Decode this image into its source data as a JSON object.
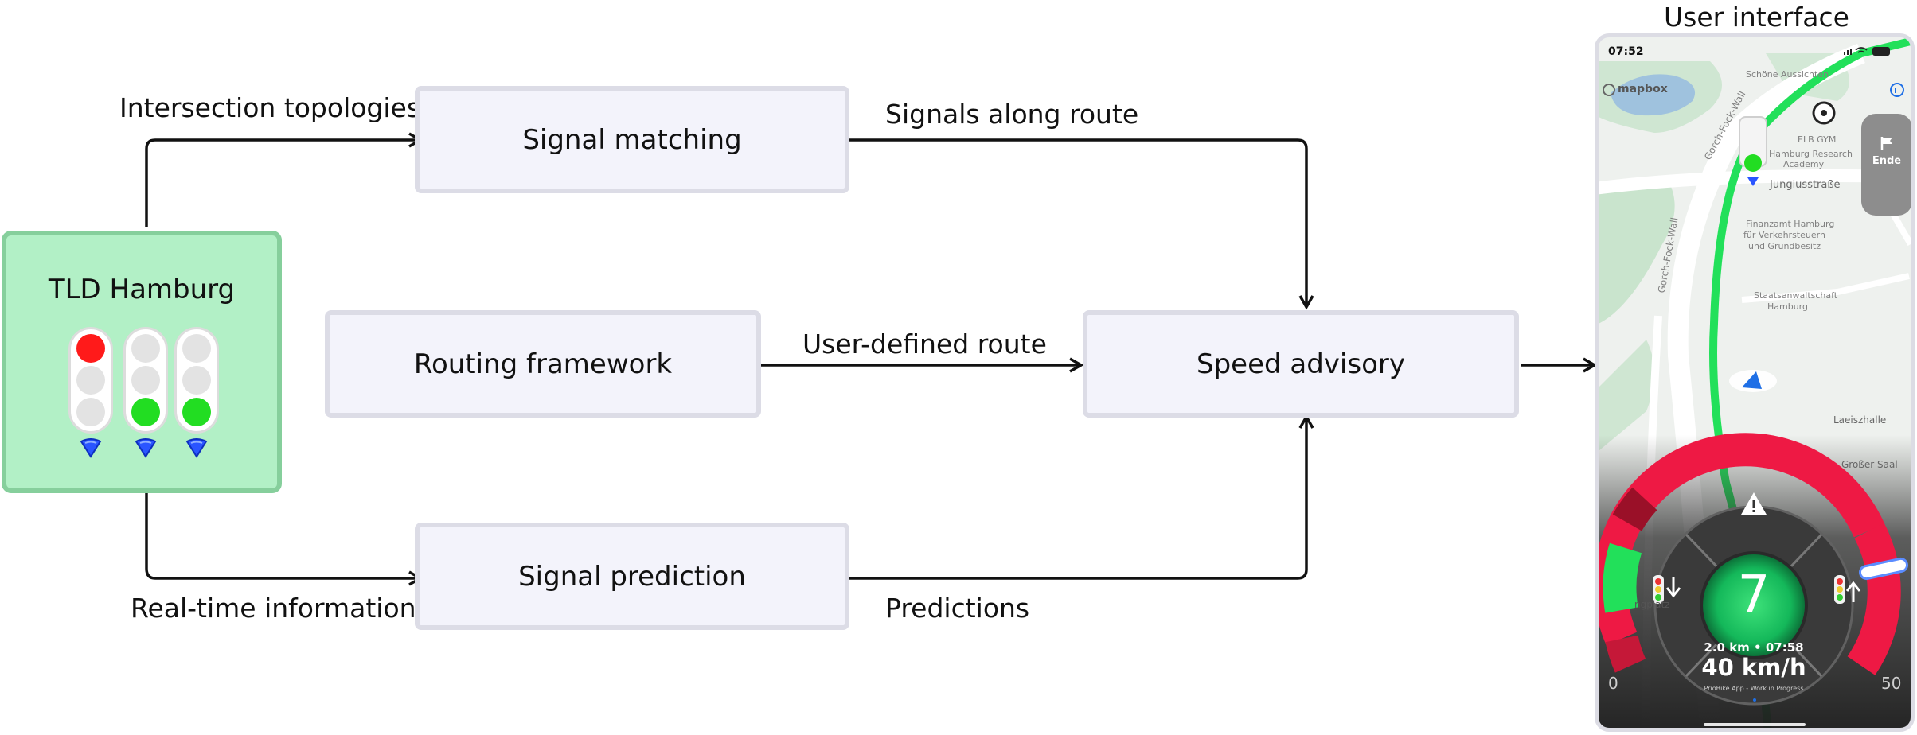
{
  "labels": {
    "intersection_topologies": "Intersection topologies",
    "signals_along_route": "Signals along route",
    "user_defined_route": "User-defined route",
    "real_time_information": "Real-time information",
    "predictions": "Predictions",
    "user_interface": "User interface"
  },
  "boxes": {
    "tld": "TLD Hamburg",
    "signal_matching": "Signal matching",
    "routing_framework": "Routing framework",
    "speed_advisory": "Speed advisory",
    "signal_prediction": "Signal prediction"
  },
  "colors": {
    "box_fill": "#f3f3fb",
    "box_border": "#dcdce6",
    "tld_fill": "#b2f0c6",
    "tld_border": "#86cf9c",
    "route_green": "#22e05a",
    "gauge_red": "#ee1944"
  },
  "phone": {
    "time": "07:52",
    "mapbox": "mapbox",
    "ende_label": "Ende",
    "map_labels": {
      "schoene_aussichten": "Schöne Aussichten",
      "elb_gym": "ELB GYM",
      "research1": "Hamburg Research",
      "research2": "Academy",
      "gorch_fock_wall_top": "Gorch-Fock-Wall",
      "jungiusstrasse": "Jungiusstraße",
      "finanzamt1": "Finanzamt Hamburg",
      "finanzamt2": "für Verkehrsteuern",
      "finanzamt3": "und Grundbesitz",
      "gorch_fock_wall_side": "Gorch-Fock-Wall",
      "staatsanwaltschaft1": "Staatsanwaltschaft",
      "staatsanwaltschaft2": "Hamburg",
      "laeiszhalle": "Laeiszhalle",
      "grosser_saal": "Großer Saal",
      "platz": "ngplatz"
    },
    "speedo": {
      "center_value": "7",
      "distance_eta": "2.0 km • 07:58",
      "speed": "40 km/h",
      "footer": "PrioBike App - Work in Progress",
      "min_label": "0",
      "max_label": "50",
      "warning_icon": "warning-icon"
    }
  }
}
